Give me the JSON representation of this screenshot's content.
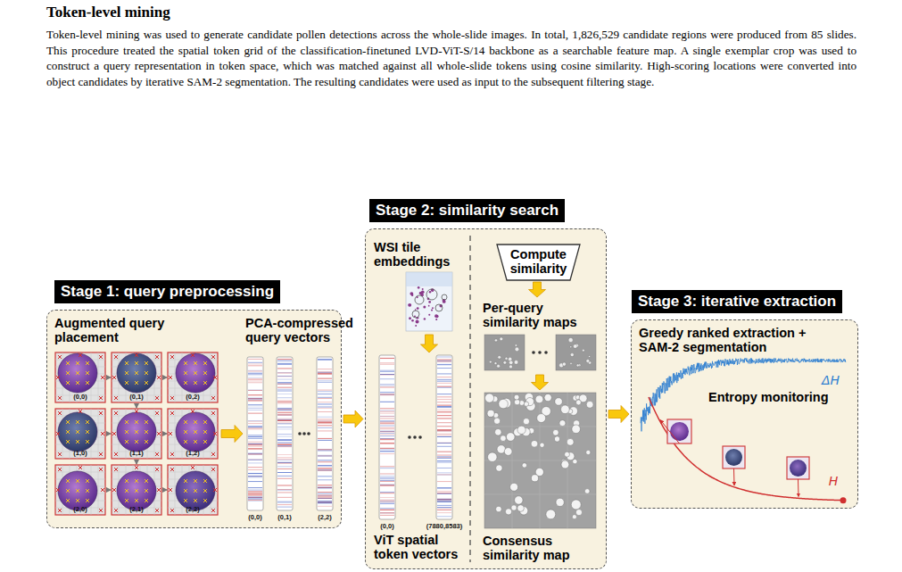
{
  "diagram": {
    "title": "Token-level mining",
    "caption": "Token-level mining was used to generate candidate pollen detections across the whole-slide images. In total, 1,826,529 candidate regions were produced from 85 slides. This procedure treated the spatial token grid of the classification-finetuned LVD-ViT-S/14 backbone as a searchable feature map. A single exemplar crop was used to construct a query representation in token space, which was matched against all whole-slide tokens using cosine similarity. High-scoring locations were converted into object candidates by iterative SAM-2 segmentation. The resulting candidates were used as input to the subsequent filtering stage.",
    "nodes": [
      {
        "text": [
          "Stage 1: query preprocessing",
          "Augmented query placement",
          "PCA-compressed query vectors"
        ]
      },
      {
        "text": [
          "Stage 2: similarity search",
          "WSI tile embeddings",
          "ViT spatial token vectors",
          "Per-query similarity maps",
          "Consensus similarity map"
        ]
      },
      {
        "text": [
          "Compute similarity"
        ],
        "in": 1
      },
      {
        "text": [
          "Stage 3: iterative extraction",
          "Greedy ranked extraction + SAM-2 segmentation",
          "Entropy monitoring"
        ]
      }
    ],
    "edges": [
      {
        "from": 0,
        "to": 1,
        "arrow": "to"
      },
      {
        "from": 1,
        "to": 3,
        "arrow": "to"
      }
    ],
    "labels": [
      "(0,0)",
      "(0,1)",
      "(0,2)",
      "(1,0)",
      "(1,1)",
      "(1,2)",
      "(2,0)",
      "(2,1)",
      "(2,2)",
      "(0,0)",
      "(0,1)",
      "(2,2)",
      "(0,0)",
      "(7880,8583)",
      "ΔH",
      "H"
    ]
  }
}
